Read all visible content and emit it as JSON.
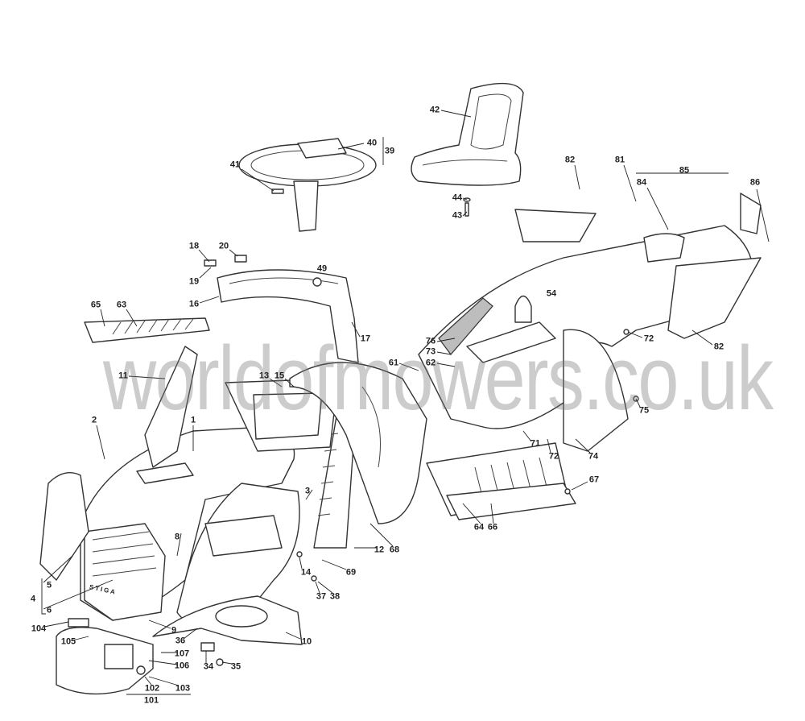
{
  "diagram": {
    "watermark": "worldofmowers.co.uk",
    "brand_on_grille": "STIGA",
    "callouts": [
      "42",
      "40",
      "39",
      "41",
      "44",
      "43",
      "85",
      "82",
      "81",
      "84",
      "86",
      "20",
      "18",
      "49",
      "19",
      "16",
      "54",
      "65",
      "63",
      "17",
      "76",
      "73",
      "62",
      "61",
      "72",
      "82",
      "11",
      "13",
      "15",
      "75",
      "2",
      "1",
      "71",
      "72",
      "74",
      "3",
      "67",
      "64",
      "66",
      "68",
      "12",
      "8",
      "14",
      "69",
      "5",
      "4",
      "6",
      "37",
      "38",
      "104",
      "9",
      "36",
      "10",
      "105",
      "107",
      "106",
      "34",
      "35",
      "102",
      "103",
      "101"
    ]
  }
}
